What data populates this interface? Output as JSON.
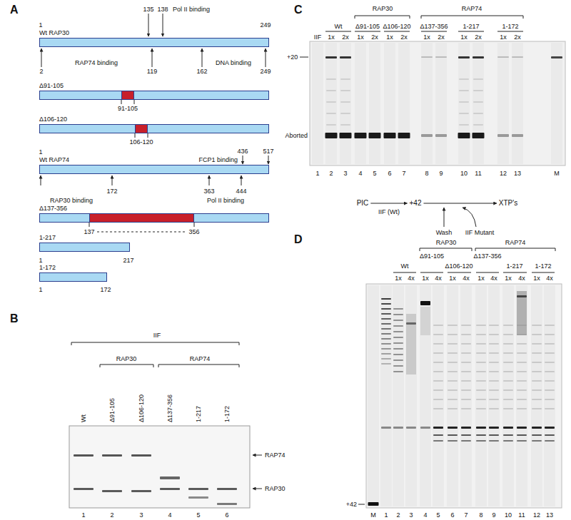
{
  "diagram": {
    "nodes": [
      {
        "text": [
          "Wt RAP30"
        ]
      },
      {
        "text": [
          "Δ91-105"
        ]
      },
      {
        "text": [
          "Δ106-120"
        ]
      },
      {
        "text": [
          "Wt RAP74"
        ]
      },
      {
        "text": [
          "Δ137-356"
        ]
      },
      {
        "text": [
          "1-217"
        ]
      },
      {
        "text": [
          "1-172"
        ]
      },
      {
        "text": [
          "PIC"
        ]
      },
      {
        "text": [
          "+42"
        ]
      },
      {
        "text": [
          "XTP's"
        ]
      }
    ],
    "edges": [
      {
        "from": 7,
        "to": 8,
        "arrow": "to",
        "label": "IIF (Wt)"
      },
      {
        "from": 8,
        "to": 9,
        "arrow": "to"
      }
    ],
    "labels": [
      "A",
      "1",
      "249",
      "135",
      "138",
      "Pol II binding",
      "2",
      "RAP74 binding",
      "119",
      "162",
      "DNA binding",
      "249",
      "91-105",
      "106-120",
      "1",
      "436",
      "FCP1 binding",
      "517",
      "RAP30 binding",
      "172",
      "363",
      "444",
      "Pol II binding",
      "137",
      "356",
      "1",
      "217",
      "1",
      "172",
      "B",
      "IIF",
      "RAP30",
      "RAP74",
      "Wt",
      "Δ91-105",
      "Δ106-120",
      "Δ137-356",
      "1-217",
      "1-172",
      "RAP74",
      "RAP30",
      "1",
      "2",
      "3",
      "4",
      "5",
      "6",
      "C",
      "RAP30",
      "RAP74",
      "Wt",
      "Δ91-105",
      "Δ106-120",
      "Δ137-356",
      "1-217",
      "1-172",
      "IIF",
      "1x",
      "2x",
      "1x",
      "2x",
      "1x",
      "2x",
      "1x",
      "2x",
      "1x",
      "2x",
      "1x",
      "2x",
      "+20",
      "Aborted",
      "1",
      "2",
      "3",
      "4",
      "5",
      "6",
      "7",
      "8",
      "9",
      "10",
      "11",
      "12",
      "13",
      "M",
      "Wash",
      "IIF Mutant",
      "D",
      "RAP30",
      "RAP74",
      "Wt",
      "Δ91-105",
      "Δ106-120",
      "Δ137-356",
      "1-217",
      "1-172",
      "1x",
      "4x",
      "1x",
      "4x",
      "1x",
      "4x",
      "1x",
      "4x",
      "1x",
      "4x",
      "1x",
      "4x",
      "+42",
      "M",
      "1",
      "2",
      "3",
      "4",
      "5",
      "6",
      "7",
      "8",
      "9",
      "10",
      "11",
      "12",
      "13"
    ]
  }
}
